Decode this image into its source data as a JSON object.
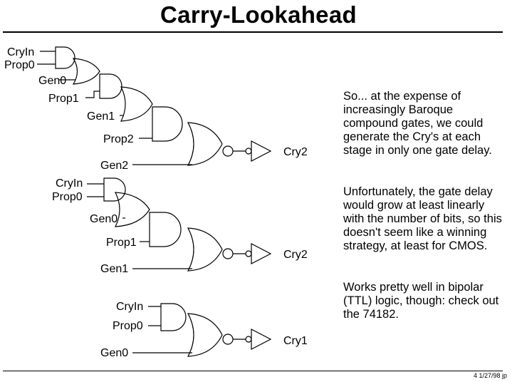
{
  "slide": {
    "title": "Carry-Lookahead",
    "footer": "4  1/27/98  jp"
  },
  "circuit1": {
    "inputs": [
      "CryIn",
      "Prop0",
      "Gen0",
      "Prop1",
      "Gen1",
      "Prop2",
      "Gen2"
    ],
    "output": "Cry2"
  },
  "circuit2": {
    "inputs": [
      "CryIn",
      "Prop0",
      "Gen0",
      "Prop1",
      "Gen1"
    ],
    "output": "Cry2"
  },
  "circuit3": {
    "inputs": [
      "CryIn",
      "Prop0",
      "Gen0"
    ],
    "output": "Cry1"
  },
  "notes": [
    "So... at the expense of increasingly Baroque compound gates, we could generate the Cry's at each stage in only one gate delay.",
    "Unfortunately, the gate delay would grow at least linearly with the number of bits, so this doesn't seem like a winning strategy, at least for CMOS.",
    "Works pretty well in bipolar (TTL) logic, though:  check out the 74182."
  ]
}
